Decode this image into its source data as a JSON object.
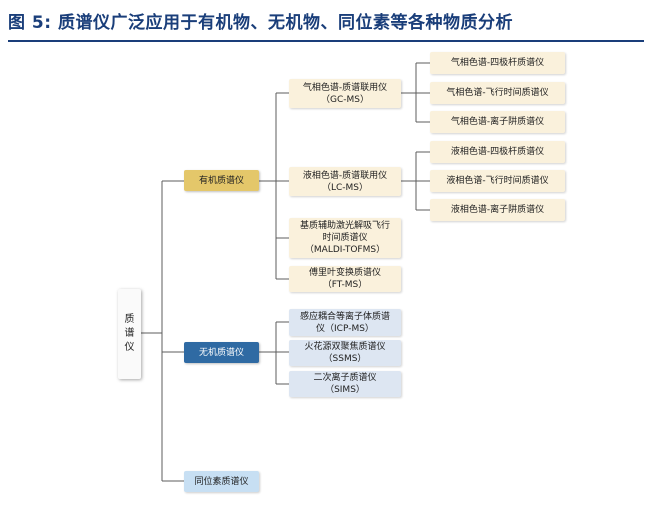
{
  "title": "图  5:  质谱仪广泛应用于有机物、无机物、同位素等各种物质分析",
  "root": "质\n谱\n仪",
  "level1": {
    "organic": "有机质谱仪",
    "inorganic": "无机质谱仪",
    "isotope": "同位素质谱仪"
  },
  "organic_children": {
    "gcms": "气相色谱-质谱联用仪\n（GC-MS）",
    "lcms": "液相色谱-质谱联用仪\n（LC-MS）",
    "maldi": "基质辅助激光解吸飞行\n时间质谱仪\n（MALDI-TOFMS）",
    "ftms": "傅里叶变换质谱仪\n（FT-MS）"
  },
  "gcms_children": {
    "quad": "气相色谱-四极杆质谱仪",
    "tof": "气相色谱-飞行时间质谱仪",
    "trap": "气相色谱-离子阱质谱仪"
  },
  "lcms_children": {
    "quad": "液相色谱-四极杆质谱仪",
    "tof": "液相色谱-飞行时间质谱仪",
    "trap": "液相色谱-离子阱质谱仪"
  },
  "inorganic_children": {
    "icpms": "感应耦合等离子体质谱\n仪（ICP-MS）",
    "ssms": "火花源双聚焦质谱仪\n（SSMS）",
    "sims": "二次离子质谱仪\n（SIMS）"
  },
  "colors": {
    "title": "#1a3e7a",
    "organic": "#e4c76a",
    "inorganic": "#2f6aa3",
    "isotope": "#c7dff3",
    "organic_branch": "#faf1dc",
    "inorganic_branch": "#dde6f2"
  }
}
